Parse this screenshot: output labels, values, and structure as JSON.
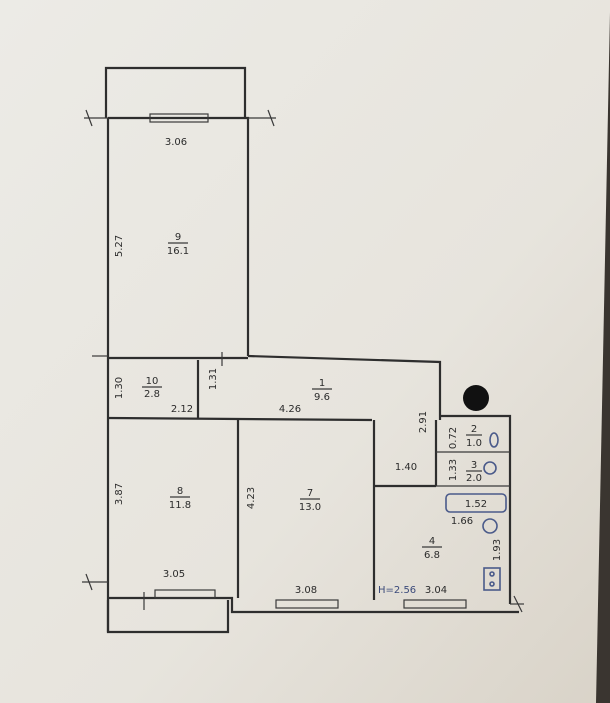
{
  "plan": {
    "rooms": [
      {
        "id": "9",
        "number": "9",
        "area": "16.1"
      },
      {
        "id": "10",
        "number": "10",
        "area": "2.8"
      },
      {
        "id": "1",
        "number": "1",
        "area": "9.6"
      },
      {
        "id": "2",
        "number": "2",
        "area": "1.0"
      },
      {
        "id": "3",
        "number": "3",
        "area": "2.0"
      },
      {
        "id": "4",
        "number": "4",
        "area": "6.8"
      },
      {
        "id": "7",
        "number": "7",
        "area": "13.0"
      },
      {
        "id": "8",
        "number": "8",
        "area": "11.8"
      }
    ],
    "dimensions": [
      {
        "id": "d1",
        "text": "3.06"
      },
      {
        "id": "d2",
        "text": "5.27"
      },
      {
        "id": "d3",
        "text": "1.30"
      },
      {
        "id": "d4",
        "text": "1.31"
      },
      {
        "id": "d5",
        "text": "2.12"
      },
      {
        "id": "d6",
        "text": "4.26"
      },
      {
        "id": "d7",
        "text": "2.91"
      },
      {
        "id": "d8",
        "text": "0.72"
      },
      {
        "id": "d9",
        "text": "1.33"
      },
      {
        "id": "d10",
        "text": "1.40"
      },
      {
        "id": "d11",
        "text": "1.52"
      },
      {
        "id": "d12",
        "text": "1.66"
      },
      {
        "id": "d13",
        "text": "1.93"
      },
      {
        "id": "d14",
        "text": "3.87"
      },
      {
        "id": "d15",
        "text": "4.23"
      },
      {
        "id": "d16",
        "text": "3.05"
      },
      {
        "id": "d17",
        "text": "3.08"
      },
      {
        "id": "d18",
        "text": "3.04"
      }
    ],
    "ceiling_height": "H=2.56"
  },
  "colors": {
    "paper": "#e9e6df",
    "background": "#3a3530",
    "ink": "#2e2e2e",
    "fixture_ink": "#4a5a8a",
    "marker_dot": "#111111"
  }
}
